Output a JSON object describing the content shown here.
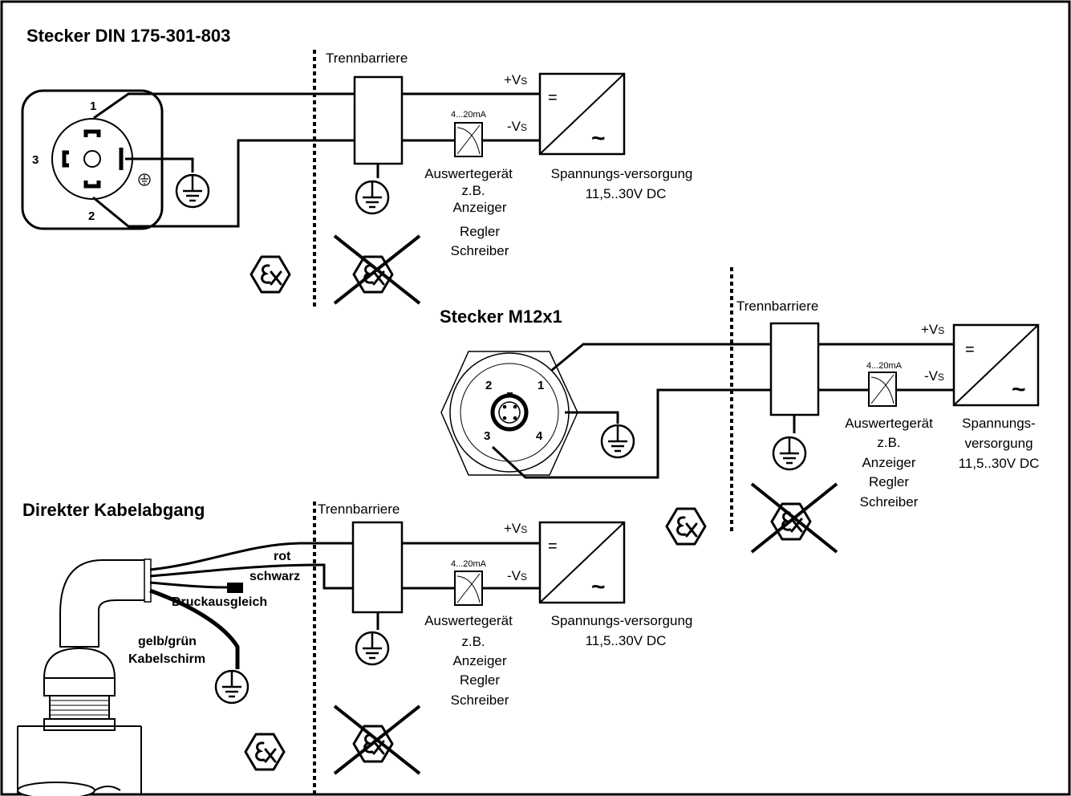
{
  "din": {
    "title": "Stecker DIN 175-301-803",
    "barrier": "Trennbarriere",
    "pin1": "1",
    "pin2": "2",
    "pin3": "3",
    "vplus": "+V",
    "vminus": "-V",
    "vsub": "S",
    "meter": "4...20mA",
    "eval": [
      "Auswertegerät",
      "z.B.",
      "Anzeiger",
      "Regler",
      "Schreiber"
    ],
    "supply": [
      "Spannungs-versorgung",
      "11,5..30V DC"
    ]
  },
  "m12": {
    "title": "Stecker M12x1",
    "barrier": "Trennbarriere",
    "pin1": "1",
    "pin2": "2",
    "pin3": "3",
    "pin4": "4",
    "vplus": "+V",
    "vminus": "-V",
    "vsub": "S",
    "meter": "4...20mA",
    "eval": [
      "Auswertegerät",
      "z.B.",
      "Anzeiger",
      "Regler",
      "Schreiber"
    ],
    "supply": [
      "Spannungs-",
      "versorgung",
      "11,5..30V DC"
    ]
  },
  "cable": {
    "title": "Direkter Kabelabgang",
    "barrier": "Trennbarriere",
    "red": "rot",
    "black": "schwarz",
    "vent": "Druckausgleich",
    "shield": [
      "gelb/grün",
      "Kabelschirm"
    ],
    "vplus": "+V",
    "vminus": "-V",
    "vsub": "S",
    "meter": "4...20mA",
    "eval": [
      "Auswertegerät",
      "z.B.",
      "Anzeiger",
      "Regler",
      "Schreiber"
    ],
    "supply": [
      "Spannungs-versorgung",
      "11,5..30V DC"
    ]
  },
  "symbols": {
    "ex": "Ex",
    "supply_eq": "=",
    "supply_ac": "~"
  }
}
